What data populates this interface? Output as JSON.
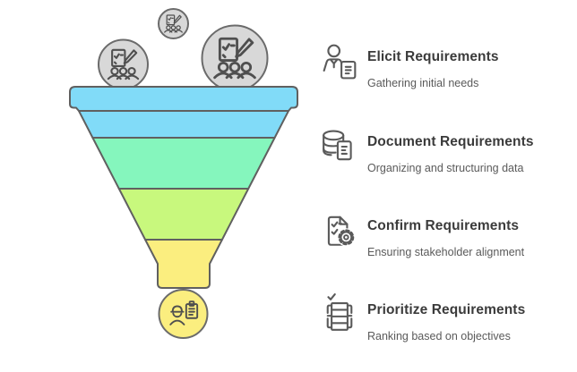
{
  "colors": {
    "background": "#ffffff",
    "funnel_blue": "#81DBF8",
    "funnel_green": "#85F6BD",
    "funnel_lime": "#C8F87D",
    "funnel_yellow": "#FBEE7F",
    "outline": "#606060",
    "bubble_gray": "#D8D8D8",
    "icon_stroke": "#4F4F4F",
    "title_text": "#3b3b3b",
    "subtitle_text": "#5a5a5a"
  },
  "funnel": {
    "layers": [
      {
        "name": "elicit",
        "color_key": "funnel_blue"
      },
      {
        "name": "document",
        "color_key": "funnel_green"
      },
      {
        "name": "confirm",
        "color_key": "funnel_lime"
      },
      {
        "name": "prioritize",
        "color_key": "funnel_yellow"
      }
    ],
    "top_bubbles": [
      "team-doc-icon",
      "team-doc-icon",
      "team-doc-icon"
    ],
    "bottom_bubble": "engineer-clipboard-icon"
  },
  "steps": [
    {
      "title": "Elicit Requirements",
      "subtitle": "Gathering initial needs",
      "icon": "person-document-icon"
    },
    {
      "title": "Document Requirements",
      "subtitle": "Organizing and structuring data",
      "icon": "database-document-icon"
    },
    {
      "title": "Confirm Requirements",
      "subtitle": "Ensuring stakeholder alignment",
      "icon": "document-gear-icon"
    },
    {
      "title": "Prioritize Requirements",
      "subtitle": "Ranking based on objectives",
      "icon": "stack-check-icon"
    }
  ]
}
